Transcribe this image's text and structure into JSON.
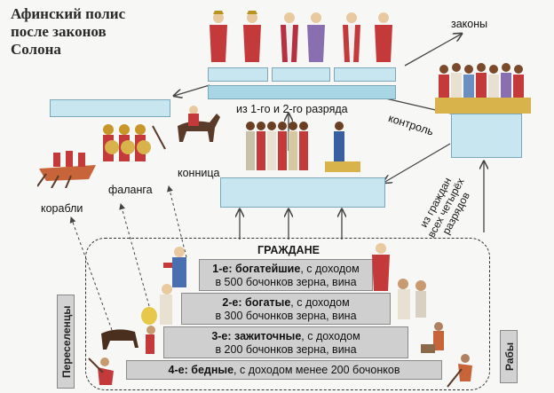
{
  "title": {
    "line1": "Афинский полис",
    "line2": "после законов",
    "line3": "Солона"
  },
  "labels": {
    "laws": "законы",
    "ranks_1_2": "из 1-го и 2-го разряда",
    "control": "контроль",
    "cavalry": "конница",
    "phalanx": "фаланга",
    "ships": "корабли",
    "from_citizens_line1": "из граждан",
    "from_citizens_line2": "всех четырёх",
    "from_citizens_line3": "разрядов"
  },
  "citizens": {
    "header": "ГРАЖДАНЕ",
    "tiers": [
      {
        "rank": "1-е: богатейшие",
        "rest_line1": ", с доходом",
        "line2": "в 500 бочонков зерна, вина"
      },
      {
        "rank": "2-е: богатые",
        "rest_line1": ", с доходом",
        "line2": "в 300 бочонков зерна, вина"
      },
      {
        "rank": "3-е: зажиточные",
        "rest_line1": ", с доходом",
        "line2": "в 200 бочонков зерна, вина"
      },
      {
        "rank": "4-е: бедные",
        "rest_line1": ", с доходом менее 200 бочонков",
        "line2": ""
      }
    ]
  },
  "side_labels": {
    "left": "Переселенцы",
    "right": "Рабы"
  },
  "colors": {
    "box_blue": "#c7e6ef",
    "step_gray": "#cfcfcf",
    "arrow": "#444444"
  }
}
